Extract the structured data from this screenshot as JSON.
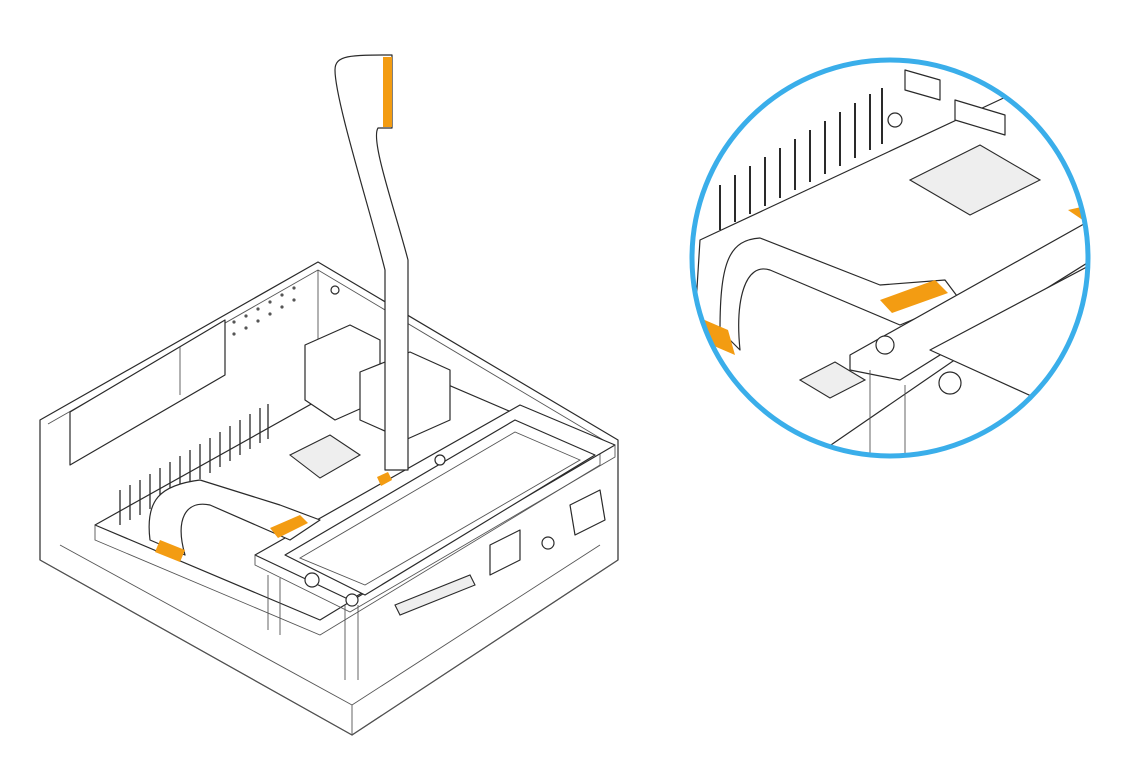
{
  "colors": {
    "accent_orange": "#f39c12",
    "callout_ring": "#3aaeea",
    "line": "#2a2a2a"
  },
  "icons": [
    "ribbon-cable-illustration",
    "enclosure-illustration",
    "zoom-callout-circle"
  ]
}
